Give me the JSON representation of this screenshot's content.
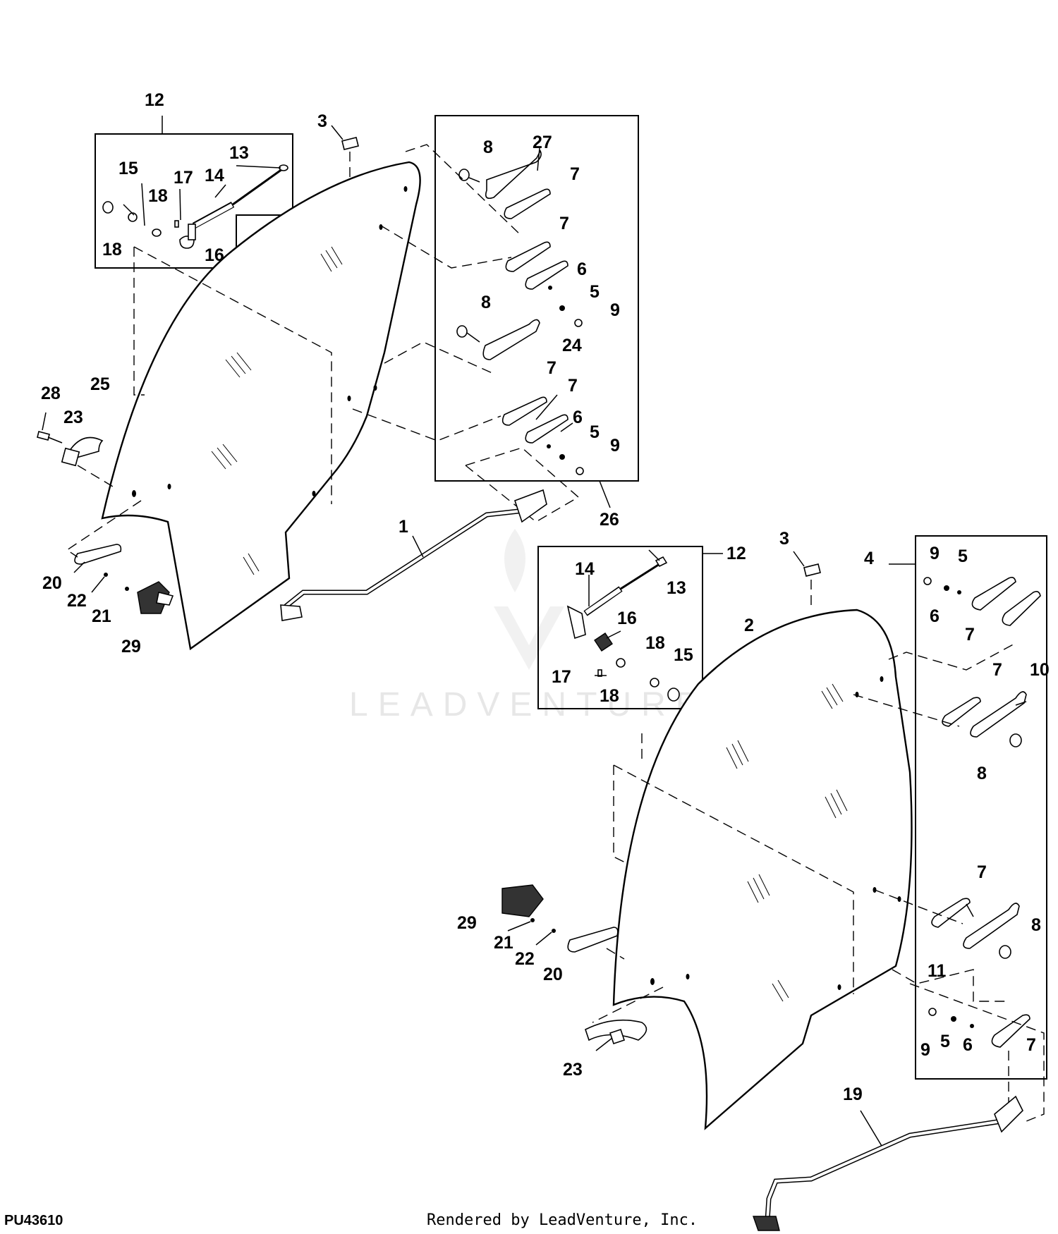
{
  "diagram_id": "PU43610",
  "footer": "Rendered by LeadVenture, Inc.",
  "watermark": "LEADVENTURE",
  "callouts": {
    "left": [
      "12",
      "3",
      "13",
      "15",
      "17",
      "14",
      "18",
      "18",
      "16",
      "8",
      "27",
      "7",
      "7",
      "6",
      "5",
      "9",
      "8",
      "24",
      "7",
      "7",
      "6",
      "5",
      "9",
      "28",
      "23",
      "25",
      "26",
      "1",
      "20",
      "22",
      "21",
      "29"
    ],
    "right": [
      "12",
      "3",
      "4",
      "9",
      "5",
      "14",
      "13",
      "6",
      "7",
      "16",
      "18",
      "15",
      "17",
      "18",
      "2",
      "7",
      "10",
      "8",
      "7",
      "8",
      "11",
      "29",
      "21",
      "22",
      "20",
      "9",
      "5",
      "6",
      "7",
      "23",
      "19"
    ]
  }
}
